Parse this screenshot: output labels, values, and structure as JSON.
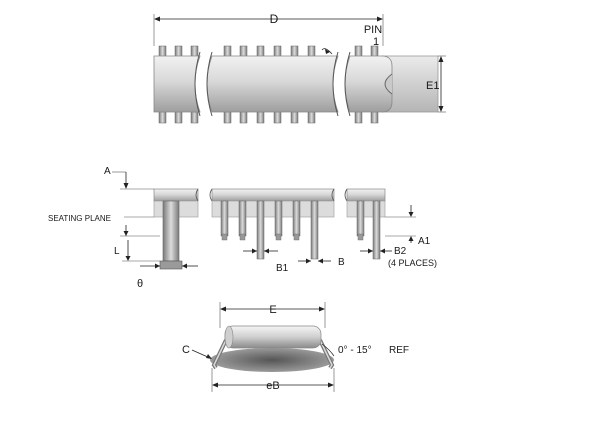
{
  "labels": {
    "d": "D",
    "pin": "PIN",
    "pin_num": "1",
    "e1": "E1",
    "a": "A",
    "seating_plane": "SEATING PLANE",
    "l": "L",
    "theta": "θ",
    "b1": "B1",
    "b": "B",
    "a1": "A1",
    "b2": "B2",
    "b2_note": "(4 PLACES)",
    "e": "E",
    "c": "C",
    "angle": "0° - 15°",
    "ref": "REF",
    "eb": "eB"
  },
  "colors": {
    "body_light": "#e6e6e6",
    "body_mid": "#bdbdbd",
    "body_dark": "#8c8c8c",
    "line": "#222222"
  }
}
